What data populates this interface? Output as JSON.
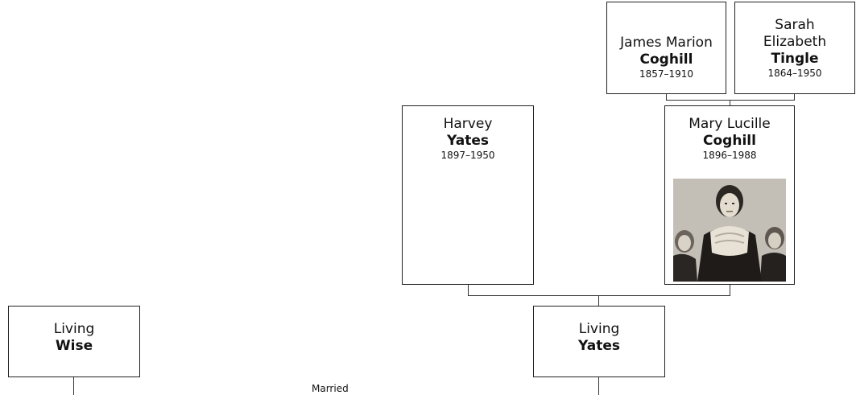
{
  "people": {
    "james": {
      "given": "James Marion",
      "surname": "Coghill",
      "dates": "1857–1910"
    },
    "sarah": {
      "given_line1": "Sarah",
      "given_line2": "Elizabeth",
      "surname": "Tingle",
      "dates": "1864–1950"
    },
    "harvey": {
      "given": "Harvey",
      "surname": "Yates",
      "dates": "1897–1950"
    },
    "mary": {
      "given": "Mary Lucille",
      "surname": "Coghill",
      "dates": "1896–1988"
    },
    "living_wise": {
      "given": "Living",
      "surname": "Wise"
    },
    "living_yates": {
      "given": "Living",
      "surname": "Yates"
    }
  },
  "relationship_label": "Married",
  "colors": {
    "border": "#222222",
    "line": "#333333",
    "background": "#ffffff"
  }
}
